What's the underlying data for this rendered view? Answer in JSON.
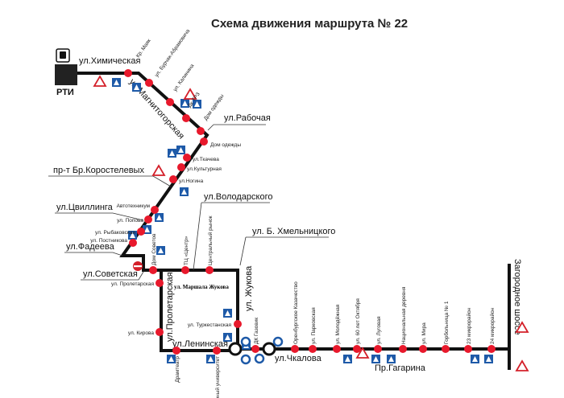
{
  "title": "Схема движения маршрута  № 22",
  "terminal": {
    "label": "РТИ"
  },
  "streets": {
    "khimicheskaya": "ул.Химическая",
    "magnitogorskaya": "ул.Магнитогорская",
    "rabochaya": "ул.Рабочая",
    "korostelevykh": "пр-т Бр.Коростелевых",
    "tsvillinga": "ул.Цвиллинга",
    "fadeeva": "ул.Фадеева",
    "sovetskaya": "ул.Советская",
    "volodarskogo": "ул.Володарского",
    "khmelnitskogo": "ул. Б. Хмельницкого",
    "proletarskaya": "ул.Пролетарская",
    "zhukova": "ул. Жукова",
    "marshala_zhukova": "ул. Маршала Жукова",
    "leninskaya": "ул.Ленинская",
    "chkalova": "ул.Чкалова",
    "gagarina": "Пр.Гагарина",
    "zagorodnoe": "Загородное шоссе"
  },
  "stops": [
    "Кр. Маяк",
    "ул. Бурчак-Абрамовича",
    "ул. Калинина",
    "Дк ТРЗ",
    "Дом одежды",
    "Дом одежды",
    "ул.Ткачева",
    "ул.Культурная",
    "ул.Ногина",
    "Автотехникум",
    "ул. Попова",
    "ул. Рыбаковская",
    "ул. Постникова",
    "Дом Советов",
    "ТЦ «Центр»",
    "Центральный рынок",
    "ул. Пролетарская",
    "ул. Кирова",
    "ул. Туркестанская",
    "Драмтеатр",
    "Аграрный университет",
    "ДК Газовик",
    "Оренбургское Казачество",
    "ул. Парковская",
    "ул. Молодёжная",
    "ул. 60 лет Октября",
    "ул. Луговая",
    "Национальная деревня",
    "ул. Мира",
    "Горбольница № 1",
    "23 микрорайон",
    "24 микрорайон"
  ],
  "colors": {
    "stop": "#e8192c",
    "route": "#111111",
    "sign_blue": "#1e5aa8",
    "sign_red": "#d4202a"
  }
}
